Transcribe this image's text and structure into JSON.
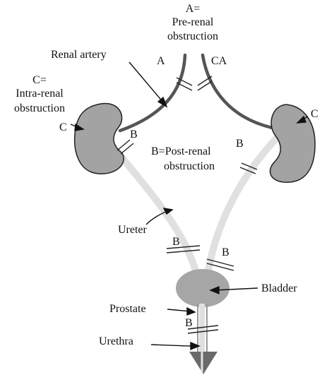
{
  "labels": {
    "a_title_line1": "A=",
    "a_title_line2": "Pre-renal",
    "a_title_line3": "obstruction",
    "c_title_line1": "C=",
    "c_title_line2": "Intra-renal",
    "c_title_line3": "obstruction",
    "b_title_line1": "B=Post-renal",
    "b_title_line2": "obstruction",
    "renal_artery": "Renal artery",
    "ureter": "Ureter",
    "bladder": "Bladder",
    "prostate": "Prostate",
    "urethra": "Urethra",
    "a_left": "A",
    "ca_right": "CA",
    "c_left_kidney": "C",
    "c_right_kidney": "C",
    "b_left_kidney": "B",
    "b_right_kidney": "B",
    "b_ureter_left": "B",
    "b_ureter_right": "B",
    "b_urethra": "B"
  },
  "colors": {
    "kidney_fill": "#a3a3a3",
    "kidney_stroke": "#222222",
    "artery": "#555555",
    "ureter": "#e0e0e0",
    "bladder_fill": "#a6a6a6",
    "urethra_tip": "#6a6a6a",
    "text": "#111111"
  }
}
